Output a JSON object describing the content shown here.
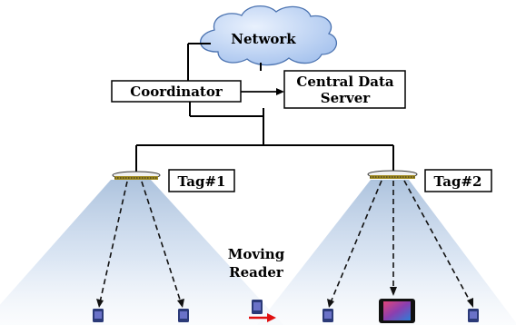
{
  "network": {
    "label": "Network"
  },
  "coordinator": {
    "label": "Coordinator"
  },
  "server": {
    "line1": "Central Data",
    "line2": "Server"
  },
  "tags": [
    {
      "label": "Tag#1"
    },
    {
      "label": "Tag#2"
    }
  ],
  "reader": {
    "line1": "Moving",
    "line2": "Reader"
  },
  "colors": {
    "cloud_fill": "#c9dcf6",
    "cloud_stroke": "#4a72b0",
    "beam": "#b8cde3",
    "arrow": "#e01010",
    "device_body": "#2b3a78",
    "phone_screen": "#b03a8a"
  },
  "icons": {
    "network": "cloud-icon",
    "tag": "antenna-tag-icon",
    "device": "mobile-device-icon",
    "phone": "smartphone-icon",
    "motion": "right-arrow-icon"
  }
}
